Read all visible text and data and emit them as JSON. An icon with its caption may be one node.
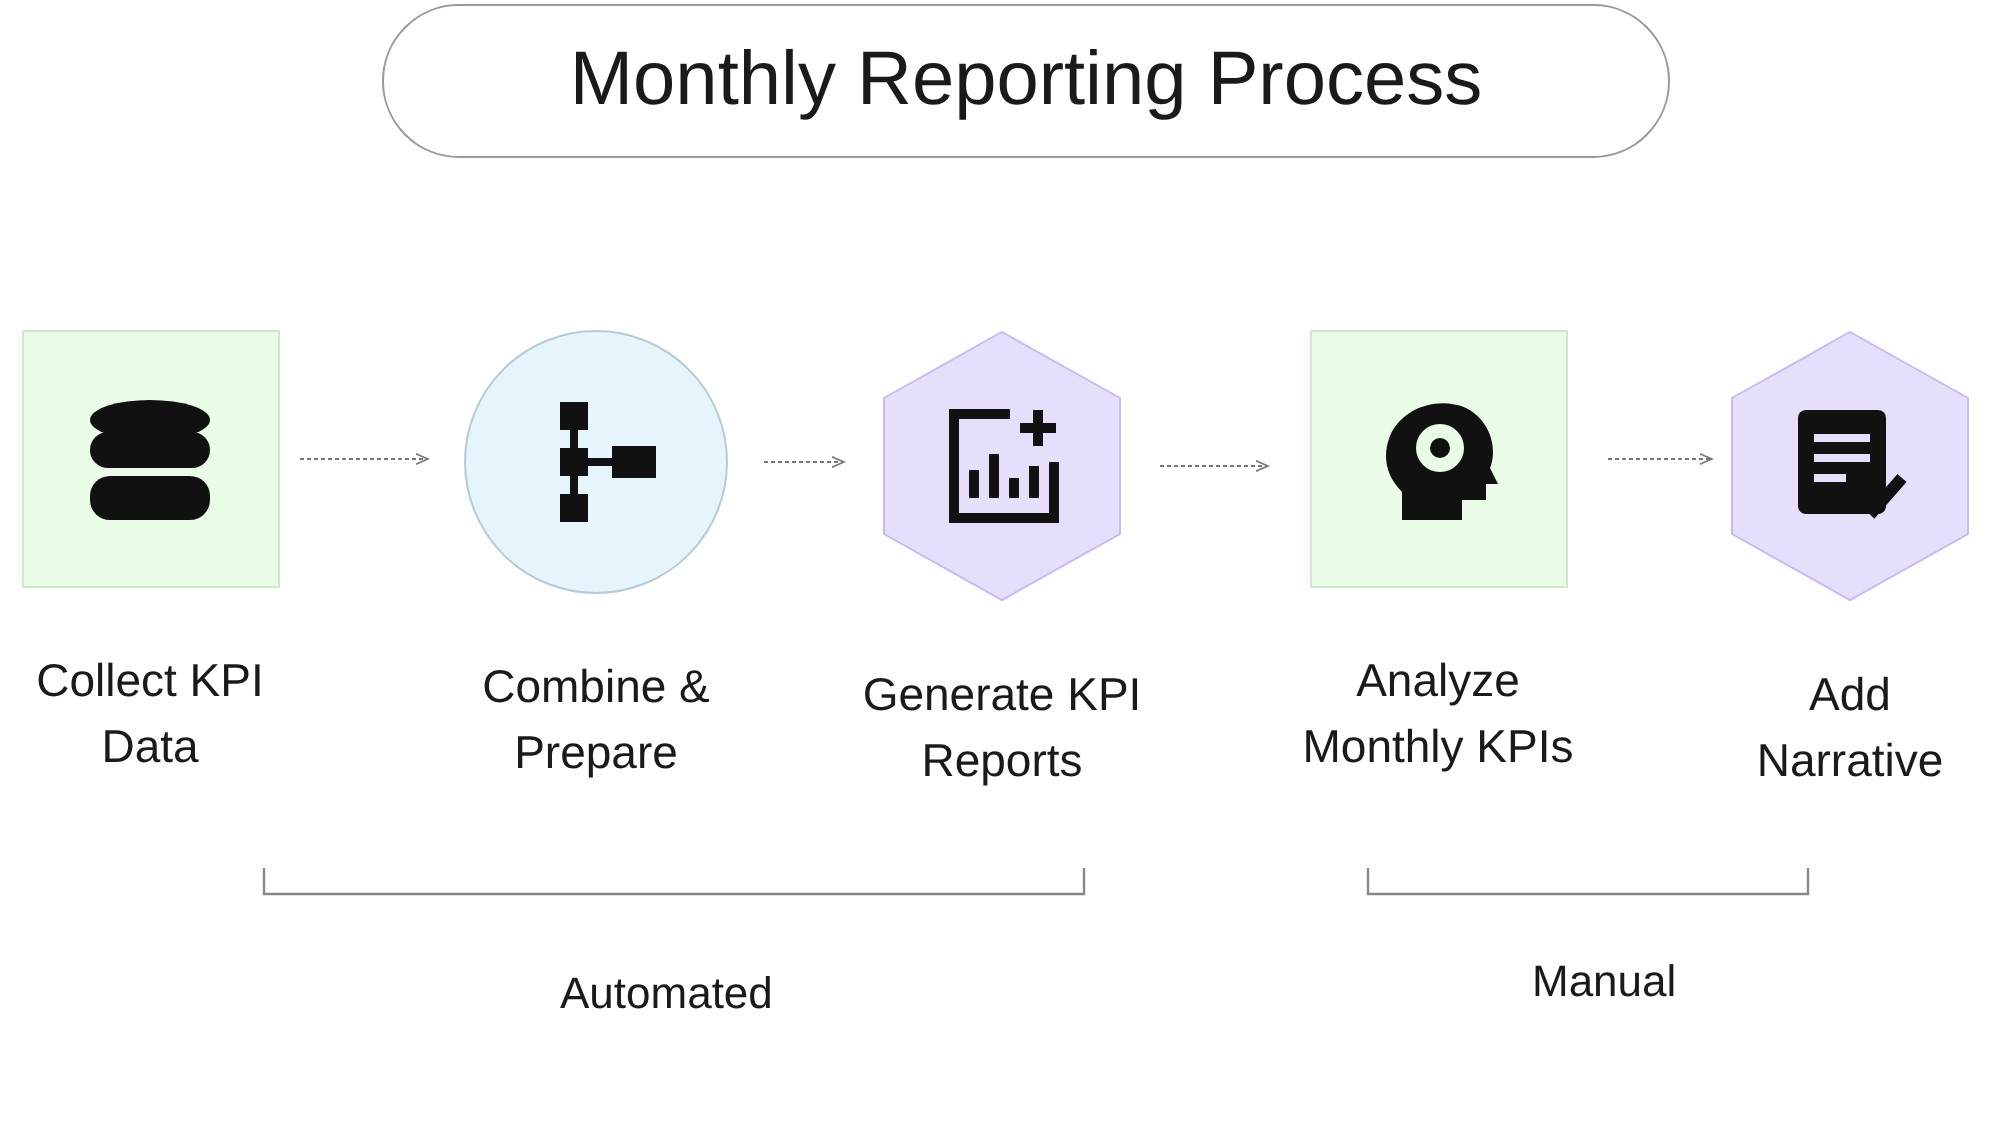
{
  "diagram": {
    "title": "Monthly Reporting Process",
    "nodes": [
      {
        "text": [
          "Collect KPI Data"
        ]
      },
      {
        "text": [
          "Combine & Prepare"
        ]
      },
      {
        "text": [
          "Generate KPI Reports"
        ]
      },
      {
        "text": [
          "Analyze Monthly KPIs"
        ]
      },
      {
        "text": [
          "Add Narrative"
        ]
      }
    ],
    "edges": [
      {
        "from": 0,
        "to": 1,
        "arrow": "to",
        "style": "dashed"
      },
      {
        "from": 1,
        "to": 2,
        "arrow": "to",
        "style": "dashed"
      },
      {
        "from": 2,
        "to": 3,
        "arrow": "to",
        "style": "dashed"
      },
      {
        "from": 3,
        "to": 4,
        "arrow": "to",
        "style": "dashed"
      }
    ],
    "labels": [
      "Automated",
      "Manual"
    ]
  }
}
